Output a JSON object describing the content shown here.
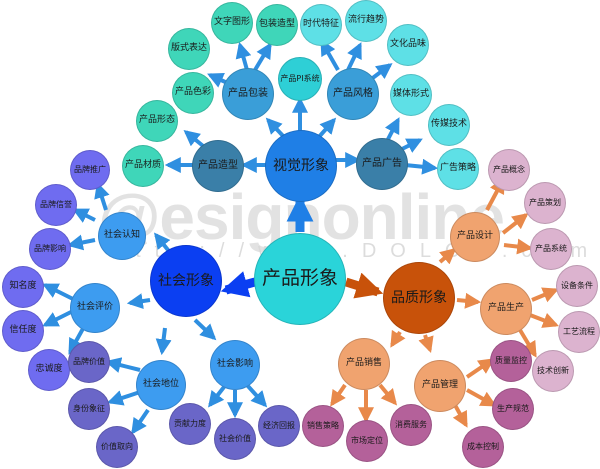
{
  "watermark": {
    "brand": "@esignonline",
    "url": "http://www.DOLCN.com"
  },
  "colors": {
    "center": "#2ad4d9",
    "visual_main": "#1f7fe6",
    "visual_sub": "#3a9ed8",
    "visual_sub_dark": "#3a7fa8",
    "visual_leaf_green": "#3fd6b9",
    "visual_leaf_cyan": "#5ee0e6",
    "social_main": "#0b3ff2",
    "social_sub": "#3d9cf0",
    "social_leaf": "#6f6cf0",
    "social_leaf_dark": "#6a66c8",
    "quality_main": "#c8520a",
    "quality_sub": "#f0a36f",
    "quality_leaf_light": "#dcb3cf",
    "quality_leaf_dark": "#b4619a",
    "link_blue": "#2f8fe0",
    "link_orange": "#e8894a"
  },
  "nodes": {
    "center": {
      "label": "产品形象"
    },
    "visual": {
      "label": "视觉形象"
    },
    "social": {
      "label": "社会形象"
    },
    "quality": {
      "label": "品质形象"
    },
    "v_packaging": {
      "label": "产品包装"
    },
    "v_style": {
      "label": "产品风格"
    },
    "v_shape": {
      "label": "产品造型"
    },
    "v_ad": {
      "label": "产品广告"
    },
    "v_pi": {
      "label": "产品PI系统"
    },
    "v_text_graphic": {
      "label": "文字图形"
    },
    "v_pack_shape": {
      "label": "包装造型"
    },
    "v_format": {
      "label": "版式表达"
    },
    "v_color": {
      "label": "产品色彩"
    },
    "v_era": {
      "label": "时代特征"
    },
    "v_trend": {
      "label": "流行趋势"
    },
    "v_culture": {
      "label": "文化品味"
    },
    "v_form": {
      "label": "产品形态"
    },
    "v_material": {
      "label": "产品材质"
    },
    "v_media": {
      "label": "媒体形式"
    },
    "v_media_tech": {
      "label": "传媒技术"
    },
    "v_ad_strategy": {
      "label": "广告策略"
    },
    "s_cognition": {
      "label": "社会认知"
    },
    "s_evaluation": {
      "label": "社会评价"
    },
    "s_status": {
      "label": "社会地位"
    },
    "s_influence": {
      "label": "社会影响"
    },
    "s_brand_promo": {
      "label": "品牌推广"
    },
    "s_brand_credit": {
      "label": "品牌信誉"
    },
    "s_brand_impact": {
      "label": "品牌影响"
    },
    "s_awareness": {
      "label": "知名度"
    },
    "s_trust": {
      "label": "信任度"
    },
    "s_loyalty": {
      "label": "忠诚度"
    },
    "s_brand_value": {
      "label": "品牌价值"
    },
    "s_identity": {
      "label": "身份象征"
    },
    "s_value_orient": {
      "label": "价值取向"
    },
    "s_contribution": {
      "label": "贡献力度"
    },
    "s_social_value": {
      "label": "社会价值"
    },
    "s_econ_return": {
      "label": "经济回报"
    },
    "q_design": {
      "label": "产品设计"
    },
    "q_production": {
      "label": "产品生产"
    },
    "q_sales": {
      "label": "产品销售"
    },
    "q_management": {
      "label": "产品管理"
    },
    "q_concept": {
      "label": "产品概念"
    },
    "q_planning": {
      "label": "产品策划"
    },
    "q_system": {
      "label": "产品系统"
    },
    "q_equipment": {
      "label": "设备条件"
    },
    "q_process": {
      "label": "工艺流程"
    },
    "q_innovation": {
      "label": "技术创新"
    },
    "q_quality_ctrl": {
      "label": "质量监控"
    },
    "q_standard": {
      "label": "生产规范"
    },
    "q_cost": {
      "label": "成本控制"
    },
    "q_sales_strategy": {
      "label": "销售策略"
    },
    "q_market": {
      "label": "市场定位"
    },
    "q_service": {
      "label": "消费服务"
    }
  }
}
